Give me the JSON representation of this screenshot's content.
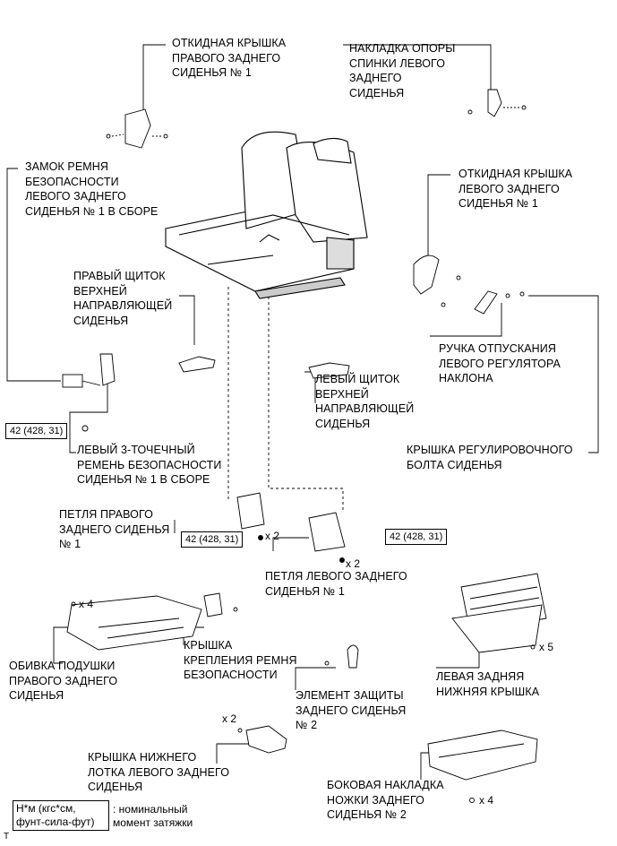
{
  "labels": {
    "rh_hinge_cover": "ОТКИДНАЯ КРЫШКА\nПРАВОГО ЗАДНЕГО\nСИДЕНЬЯ № 1",
    "lh_back_support_cover": "НАКЛАДКА ОПОРЫ\nСПИНКИ ЛЕВОГО\nЗАДНЕГО\nСИДЕНЬЯ",
    "lh_seatbelt_buckle": "ЗАМОК РЕМНЯ\nБЕЗОПАСНОСТИ\nЛЕВОГО ЗАДНЕГО\nСИДЕНЬЯ № 1 В СБОРЕ",
    "lh_hinge_cover": "ОТКИДНАЯ КРЫШКА\nЛЕВОГО ЗАДНЕГО\nСИДЕНЬЯ № 1",
    "rh_upper_rail_cover": "ПРАВЫЙ ЩИТОК\nВЕРХНЕЙ\nНАПРАВЛЯЮЩЕЙ\nСИДЕНЬЯ",
    "lh_recliner_release_handle": "РУЧКА ОТПУСКАНИЯ\nЛЕВОГО РЕГУЛЯТОРА\nНАКЛОНА",
    "lh_upper_rail_cover": "ЛЕВЫЙ ЩИТОК\nВЕРХНЕЙ\nНАПРАВЛЯЮЩЕЙ\nСИДЕНЬЯ",
    "lh_3point_belt": "ЛЕВЫЙ 3-ТОЧЕЧНЫЙ\nРЕМЕНЬ БЕЗОПАСНОСТИ\nСИДЕНЬЯ № 1 В СБОРЕ",
    "seat_adjuster_bolt_cover": "КРЫШКА РЕГУЛИРОВОЧНОГО\nБОЛТА СИДЕНЬЯ",
    "rh_hinge": "ПЕТЛЯ ПРАВОГО\nЗАДНЕГО СИДЕНЬЯ\n№ 1",
    "lh_hinge": "ПЕТЛЯ ЛЕВОГО ЗАДНЕГО\nСИДЕНЬЯ № 1",
    "rh_cushion_undercover": "ОБИВКА ПОДУШКИ\nПРАВОГО ЗАДНЕГО\nСИДЕНЬЯ",
    "belt_anchor_cover": "КРЫШКА\nКРЕПЛЕНИЯ РЕМНЯ\nБЕЗОПАСНОСТИ",
    "lh_rear_lower_cover": "ЛЕВАЯ ЗАДНЯЯ\nНИЖНЯЯ КРЫШКА",
    "rear_seat_protector": "ЭЛЕМЕНТ ЗАЩИТЫ\nЗАДНЕГО СИДЕНЬЯ\n№ 2",
    "lh_lower_tray_cover": "КРЫШКА НИЖНЕГО\nЛОТКА ЛЕВОГО ЗАДНЕГО\nСИДЕНЬЯ",
    "leg_side_cover": "БОКОВАЯ НАКЛАДКА\nНОЖКИ ЗАДНЕГО\nСИДЕНЬЯ № 2"
  },
  "torques": {
    "belt": "42 (428, 31)",
    "rh_hinge": "42 (428, 31)",
    "lh_hinge": "42 (428, 31)"
  },
  "counts": {
    "rh_hinge": "x 2",
    "lh_hinge": "x 2",
    "cushion_undercover": "x 4",
    "lower_cover": "x 5",
    "tray_cover": "x 2",
    "leg_cover": "x 4"
  },
  "legend": {
    "box": "Н*м (кгс*см,\nфунт-сила-фут)",
    "text": ": номинальный\nмомент затяжки"
  },
  "corner_mark": "T"
}
